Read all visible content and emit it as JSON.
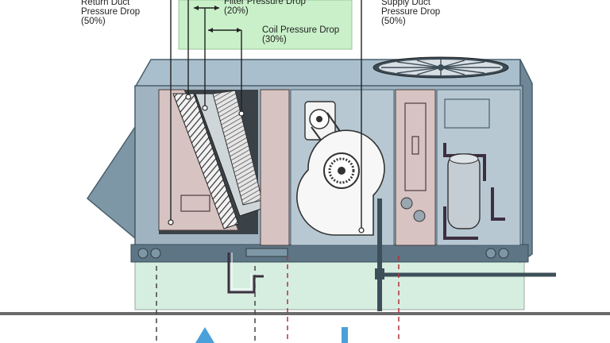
{
  "labels": {
    "return_duct": {
      "line1": "Return Duct",
      "line2": "Pressure Drop",
      "line3": "(50%)"
    },
    "filter": {
      "line1": "Filter Pressure Drop",
      "line2": "(20%)"
    },
    "coil": {
      "line1": "Coil Pressure Drop",
      "line2": "(30%)"
    },
    "supply_duct": {
      "line1": "Supply Duct",
      "line2": "Pressure Drop",
      "line3": "(50%)"
    }
  },
  "colors": {
    "cabinet": "#9fb3c1",
    "cabinet_dark": "#5d7584",
    "panel_pink": "#d8c3c3",
    "filter_box": "#c9f0c9",
    "base_green": "#d6eee0",
    "red_dash": "#b3303a",
    "water_blue": "#4aa0d8"
  },
  "icons": [
    "fan-icon",
    "blower-icon",
    "drop-icon"
  ]
}
